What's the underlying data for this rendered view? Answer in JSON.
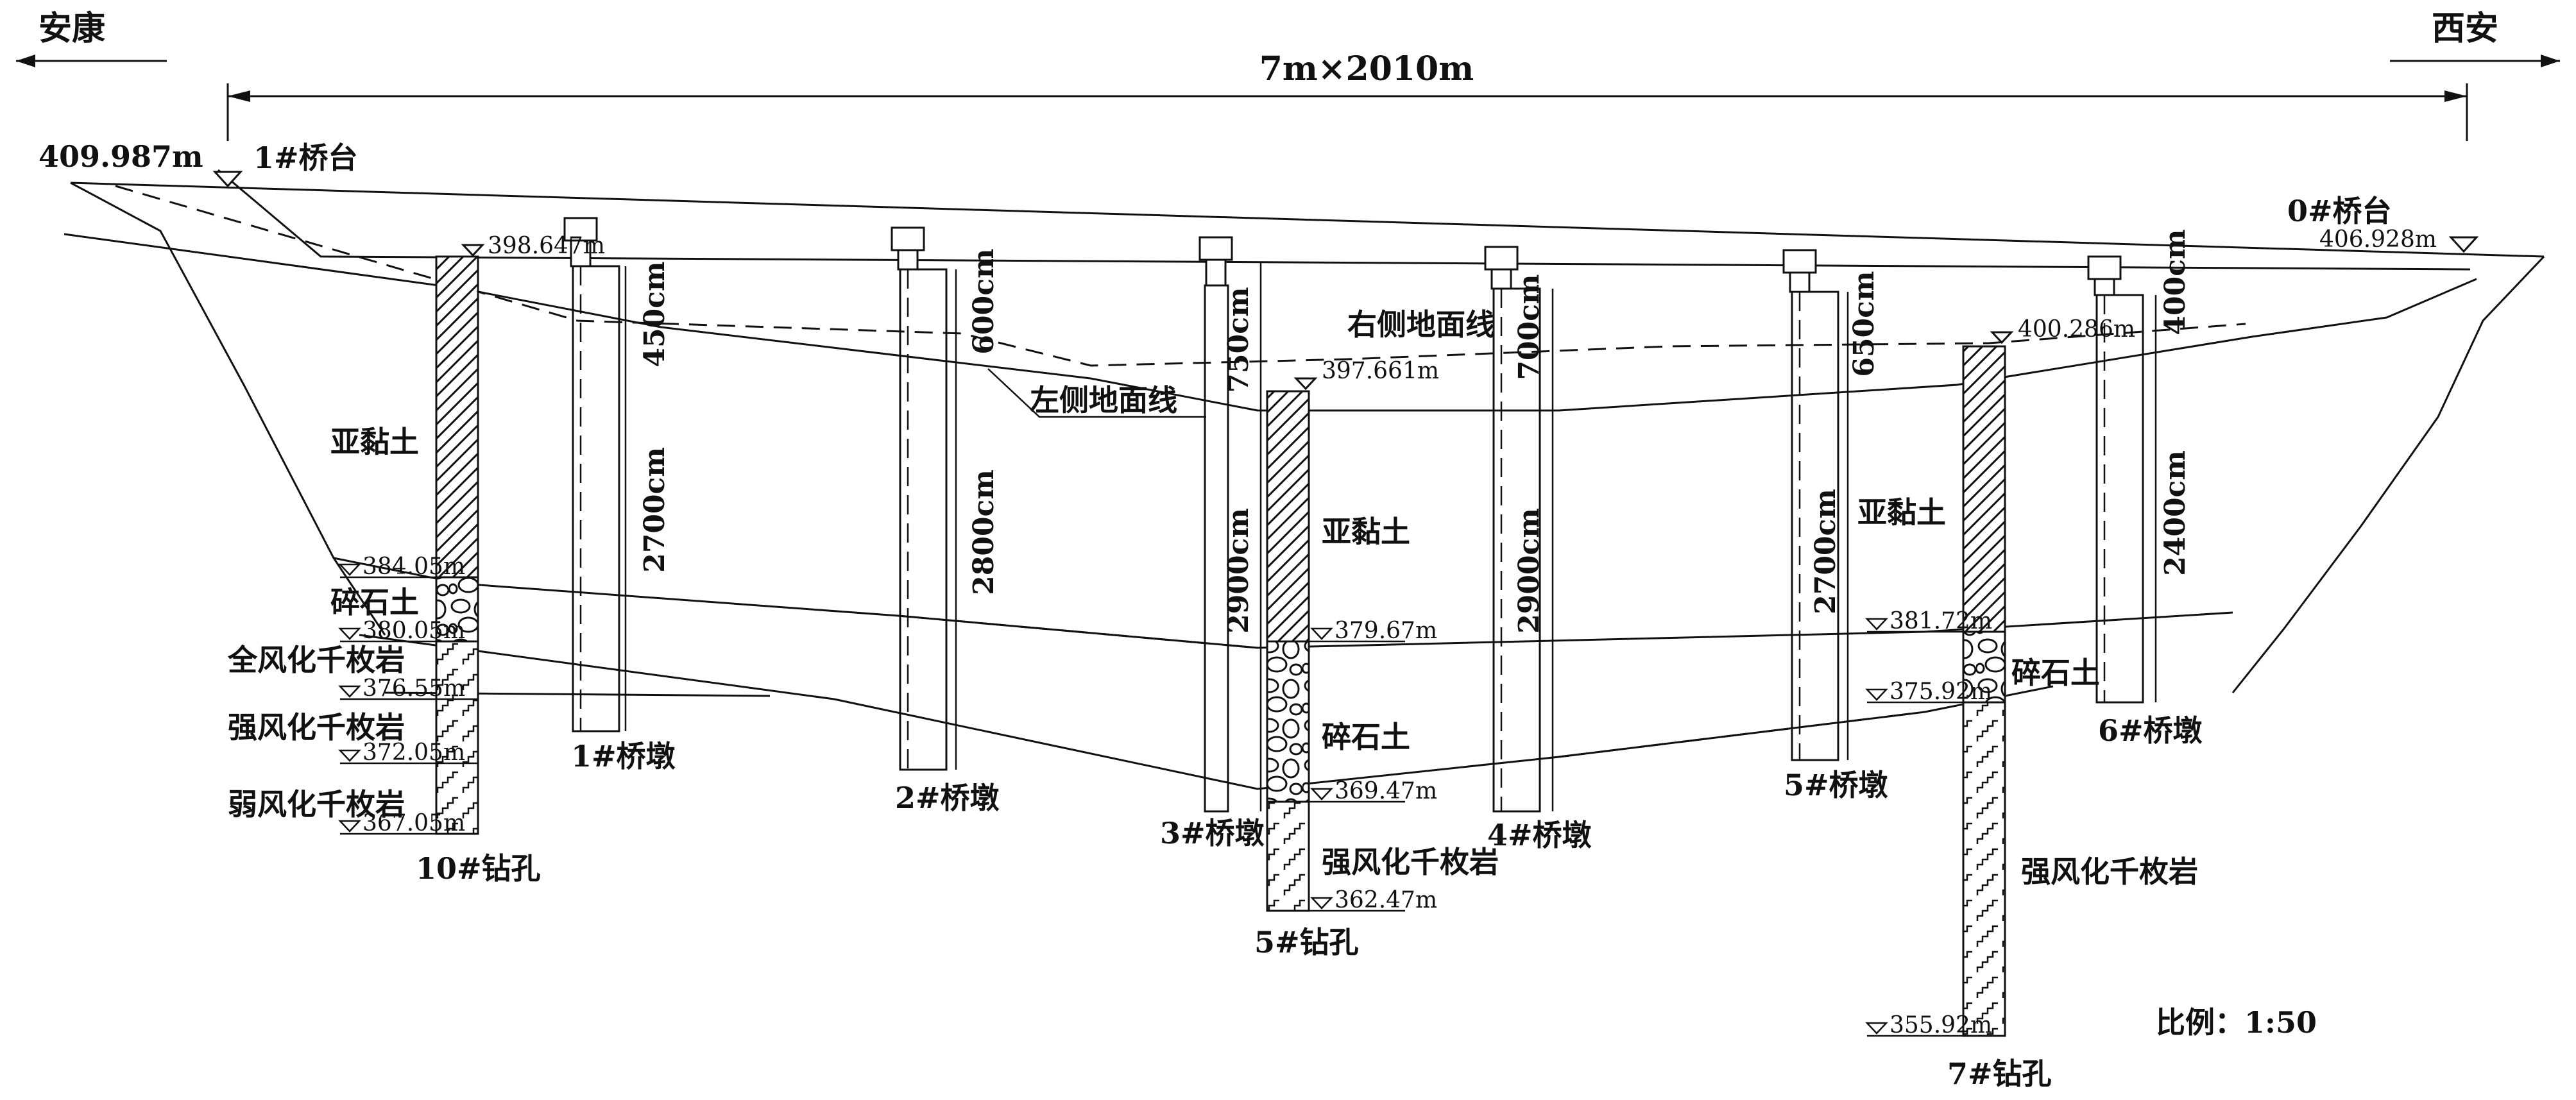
{
  "direction": {
    "left_city": "安康",
    "right_city": "西安"
  },
  "span_label": "7m×2010m",
  "abutments": {
    "left": {
      "name": "1#桥台",
      "elevation": "409.987m"
    },
    "right": {
      "name": "0#桥台",
      "elevation": "406.928m"
    }
  },
  "ground_lines": {
    "right": "右侧地面线",
    "left": "左侧地面线"
  },
  "piers": [
    {
      "name": "1#桥墩",
      "top_dim": "450cm",
      "pile_dim": "2700cm"
    },
    {
      "name": "2#桥墩",
      "top_dim": "600cm",
      "pile_dim": "2800cm"
    },
    {
      "name": "3#桥墩",
      "top_dim": "750cm",
      "pile_dim": "2900cm"
    },
    {
      "name": "4#桥墩",
      "top_dim": "700cm",
      "pile_dim": "2900cm"
    },
    {
      "name": "5#桥墩",
      "top_dim": "650cm",
      "pile_dim": "2700cm"
    },
    {
      "name": "6#桥墩",
      "top_dim": "400cm",
      "pile_dim": "2400cm"
    }
  ],
  "boreholes": [
    {
      "name": "10#钻孔",
      "top_elevation": "398.647m",
      "layers": [
        "亚黏土",
        "碎石土",
        "全风化千枚岩",
        "强风化千枚岩",
        "弱风化千枚岩"
      ],
      "elevations": [
        "384.05m",
        "380.05m",
        "376.55m",
        "372.05m",
        "367.05m"
      ]
    },
    {
      "name": "5#钻孔",
      "top_elevation": "397.661m",
      "layers": [
        "亚黏土",
        "碎石土",
        "强风化千枚岩"
      ],
      "elevations": [
        "379.67m",
        "369.47m",
        "362.47m"
      ]
    },
    {
      "name": "7#钻孔",
      "top_elevation": "400.286m",
      "layers": [
        "亚黏土",
        "碎石土",
        "强风化千枚岩"
      ],
      "elevations": [
        "381.72m",
        "375.92m",
        "355.92m"
      ]
    }
  ],
  "scale": "比例：1:50"
}
